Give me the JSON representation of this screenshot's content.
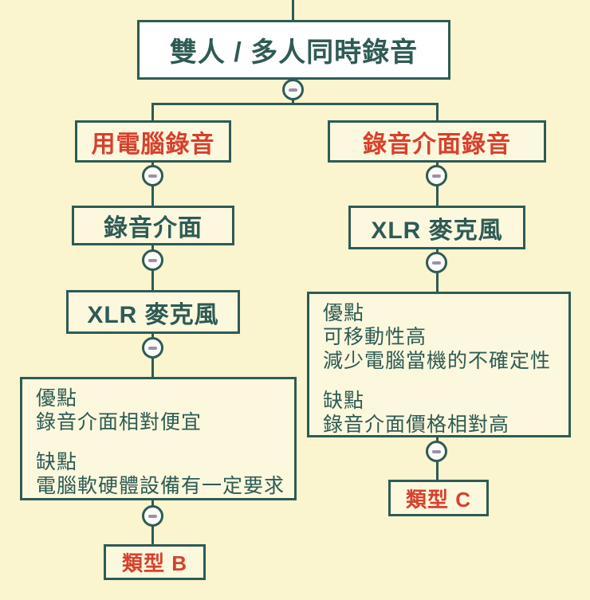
{
  "colors": {
    "background": "#FAF4CF",
    "line_and_border": "#2E5B55",
    "accent_red": "#D8402D",
    "node_fill": "#FCF8DE",
    "root_fill": "#FFFFFF",
    "collapse_fill": "#FDFCF7",
    "collapse_minus": "#9A90AE"
  },
  "icons": {
    "collapse": "minus-icon"
  },
  "root": {
    "label": "雙人 / 多人同時錄音"
  },
  "left": {
    "method": "用電腦錄音",
    "step1": "錄音介面",
    "step2": "XLR 麥克風",
    "details": {
      "lines": [
        "優點",
        "錄音介面相對便宜",
        "",
        "缺點",
        "電腦軟硬體設備有一定要求"
      ]
    },
    "result": "類型 B"
  },
  "right": {
    "method": "錄音介面錄音",
    "step1": "XLR 麥克風",
    "details": {
      "lines": [
        "優點",
        "可移動性高",
        "減少電腦當機的不確定性",
        "",
        "缺點",
        "錄音介面價格相對高"
      ]
    },
    "result": "類型 C"
  }
}
